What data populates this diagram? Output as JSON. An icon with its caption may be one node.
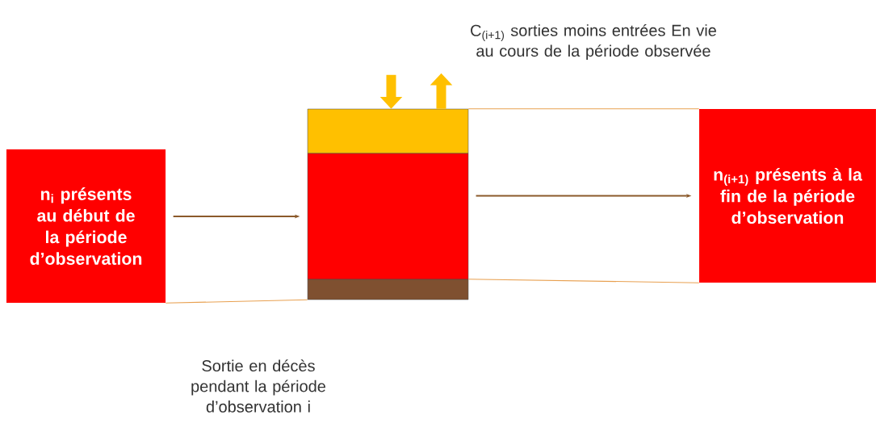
{
  "diagram": {
    "nodes": [
      {
        "text": [
          "n$_{i}$ présents au début de la période d’observation"
        ]
      },
      {
        "text": [],
        "shape": "box",
        "beside": [
          "C$_{(i+1)}$ sorties moins entrées En vie au cours de la période observée"
        ]
      },
      {
        "text": [],
        "shape": "box"
      },
      {
        "text": [],
        "shape": "box",
        "beside": [
          "Sortie en décès pendant la période d’observation i"
        ]
      },
      {
        "text": [
          "n$_{(i+1)}$ présents à la fin de la période d’observation"
        ]
      }
    ],
    "edges": [
      {
        "from": 0,
        "to": 2,
        "arrow": "to",
        "color": "#8b5a2b"
      },
      {
        "from": 2,
        "to": 4,
        "arrow": "to",
        "color": "#8b5a2b"
      },
      {
        "from": 0,
        "to": 3,
        "arrow": "none"
      },
      {
        "from": 1,
        "to": 4,
        "arrow": "none"
      },
      {
        "from": 3,
        "to": 4,
        "arrow": "none"
      },
      {
        "from": null,
        "to": 1,
        "arrow": "to",
        "style": "thick",
        "color": "#ffc000"
      },
      {
        "from": 1,
        "to": null,
        "arrow": "to",
        "style": "thick",
        "color": "#ffc000"
      }
    ]
  }
}
